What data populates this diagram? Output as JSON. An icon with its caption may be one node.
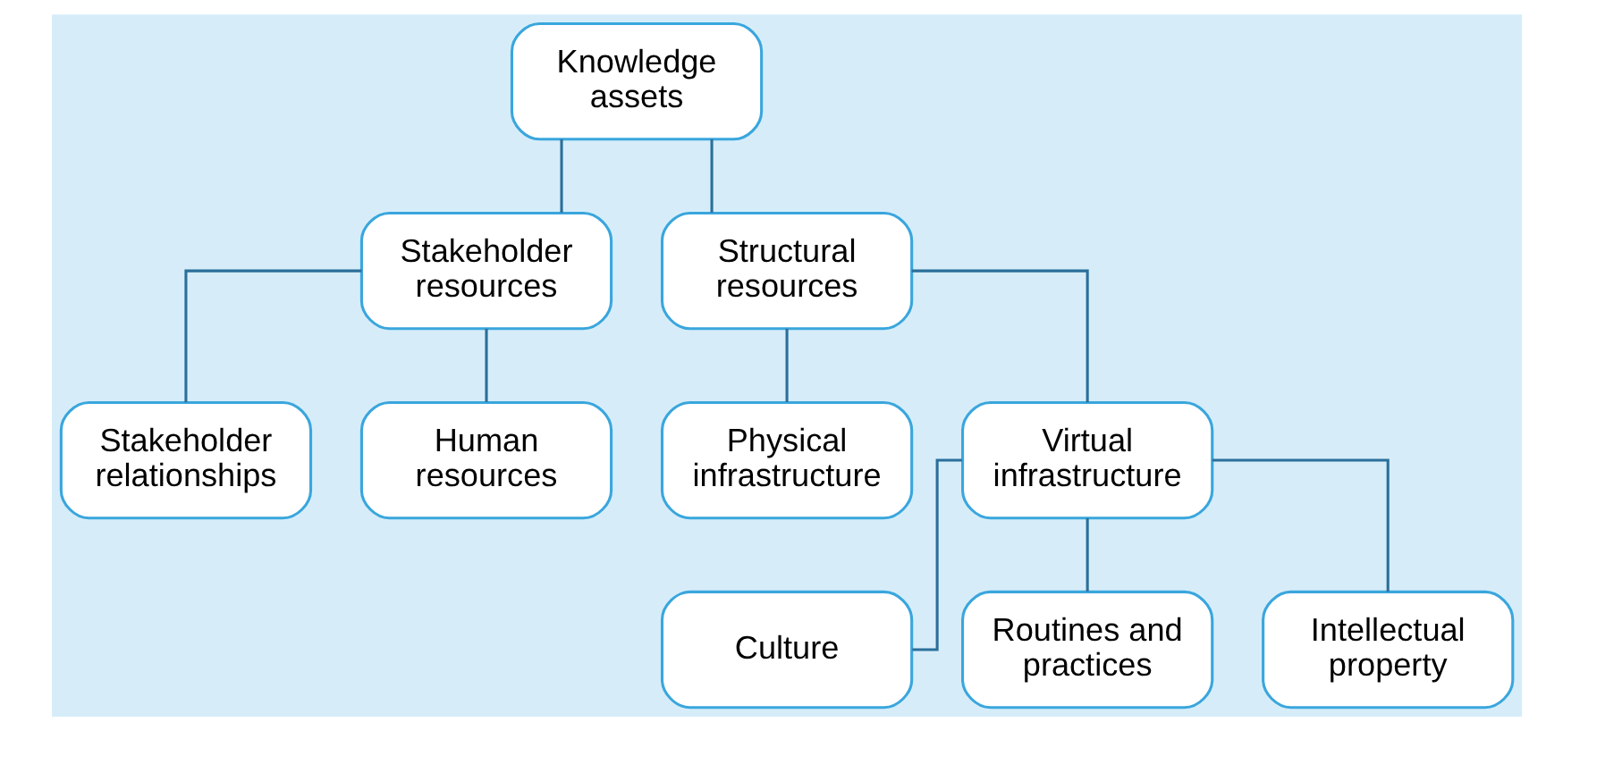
{
  "diagram": {
    "nodes": [
      {
        "text": [
          "Knowledge assets"
        ]
      },
      {
        "text": [
          "Stakeholder resources"
        ]
      },
      {
        "text": [
          "Structural resources"
        ]
      },
      {
        "text": [
          "Stakeholder relationships"
        ]
      },
      {
        "text": [
          "Human resources"
        ]
      },
      {
        "text": [
          "Physical infrastructure"
        ]
      },
      {
        "text": [
          "Virtual infrastructure"
        ]
      },
      {
        "text": [
          "Culture"
        ]
      },
      {
        "text": [
          "Routines and practices"
        ]
      },
      {
        "text": [
          "Intellectual property"
        ]
      }
    ],
    "edges": [
      {
        "from": 0,
        "to": 1,
        "arrow": "none"
      },
      {
        "from": 0,
        "to": 2,
        "arrow": "none"
      },
      {
        "from": 1,
        "to": 3,
        "arrow": "none"
      },
      {
        "from": 1,
        "to": 4,
        "arrow": "none"
      },
      {
        "from": 2,
        "to": 5,
        "arrow": "none"
      },
      {
        "from": 2,
        "to": 6,
        "arrow": "none"
      },
      {
        "from": 6,
        "to": 7,
        "arrow": "none"
      },
      {
        "from": 6,
        "to": 8,
        "arrow": "none"
      },
      {
        "from": 6,
        "to": 9,
        "arrow": "none"
      }
    ]
  }
}
